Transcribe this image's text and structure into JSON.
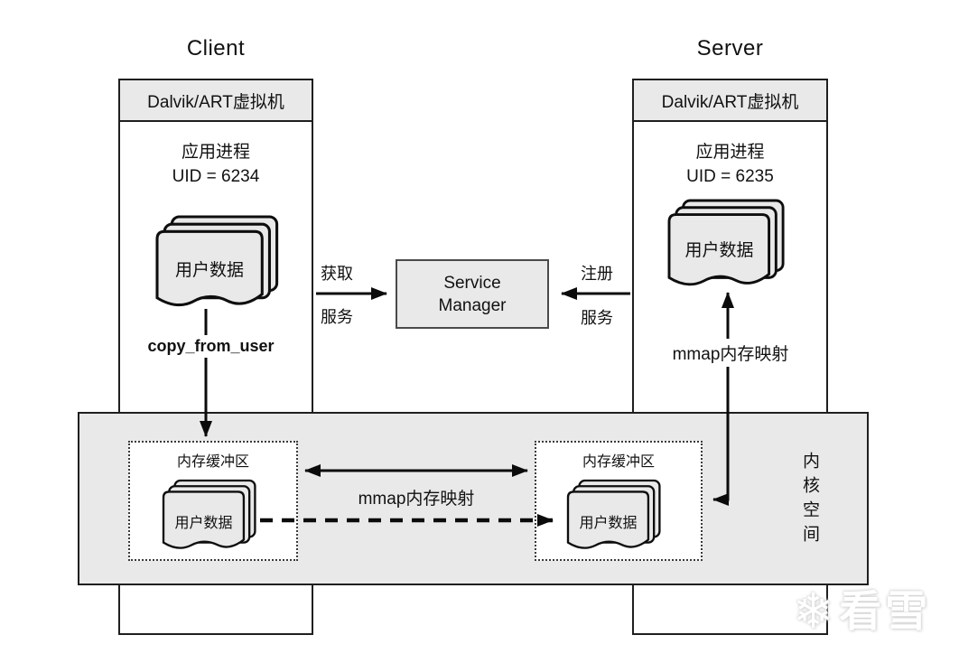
{
  "diagram": {
    "client": {
      "title": "Client",
      "vm_header": "Dalvik/ART虚拟机",
      "process_line1": "应用进程",
      "process_line2": "UID = 6234",
      "stack_label": "用户数据",
      "copy_arrow_label": "copy_from_user"
    },
    "server": {
      "title": "Server",
      "vm_header": "Dalvik/ART虚拟机",
      "process_line1": "应用进程",
      "process_line2": "UID = 6235",
      "stack_label": "用户数据",
      "mmap_arrow_label": "mmap内存映射"
    },
    "service_manager": {
      "line1": "Service",
      "line2": "Manager"
    },
    "get_service": {
      "line1": "获取",
      "line2": "服务"
    },
    "register_service": {
      "line1": "注册",
      "line2": "服务"
    },
    "kernel": {
      "space_label": "内核空间",
      "left_buffer_title": "内存缓冲区",
      "left_stack_label": "用户数据",
      "right_buffer_title": "内存缓冲区",
      "right_stack_label": "用户数据",
      "mmap_label": "mmap内存映射"
    },
    "watermark": {
      "icon_glyph": "❄",
      "text": "看雪"
    },
    "colors": {
      "fill_gray": "#e9e9e9",
      "stroke_dark": "#1f1f1f"
    }
  }
}
